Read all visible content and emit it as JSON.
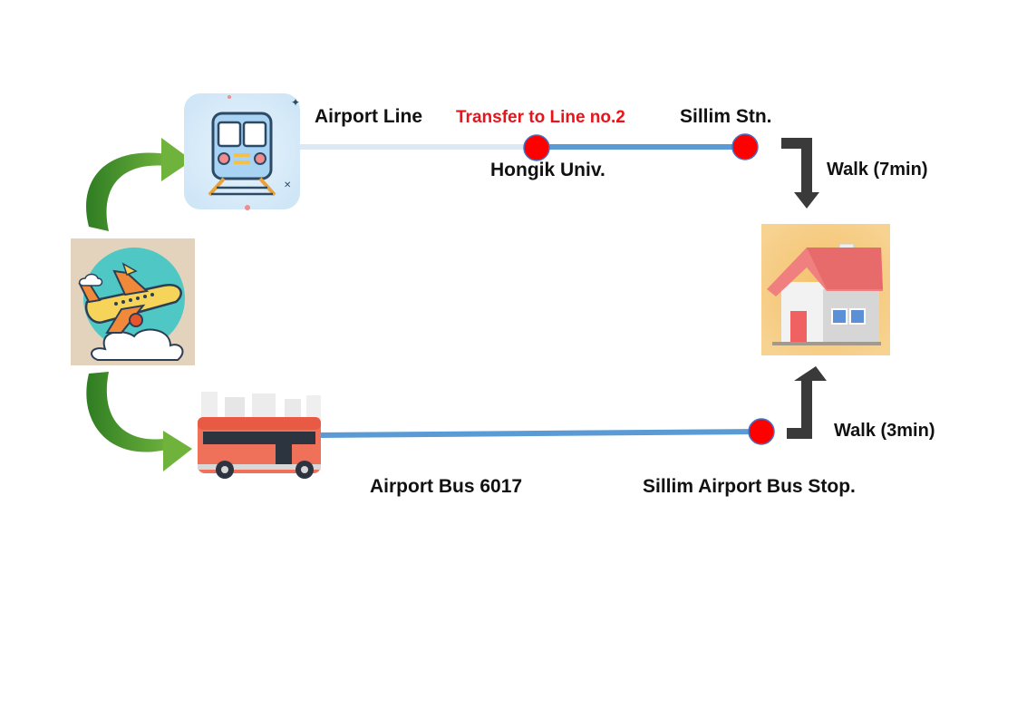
{
  "labels": {
    "airport_line": "Airport Line",
    "transfer": "Transfer to Line no.2",
    "hongik": "Hongik Univ.",
    "sillim_stn": "Sillim Stn.",
    "walk_top": "Walk (7min)",
    "walk_bottom": "Walk (3min)",
    "airport_bus": "Airport Bus 6017",
    "bus_stop": "Sillim Airport Bus Stop."
  },
  "colors": {
    "route_blue": "#5b9bd5",
    "route_faded": "#dce9f5",
    "station_red": "#ff0000",
    "arrow_green": "#4a9a2e",
    "walk_arrow": "#3a3a3a",
    "transfer_text": "#e8141b"
  },
  "icons": {
    "train": "train-icon",
    "plane": "airplane-icon",
    "bus": "bus-icon",
    "home": "house-icon"
  }
}
